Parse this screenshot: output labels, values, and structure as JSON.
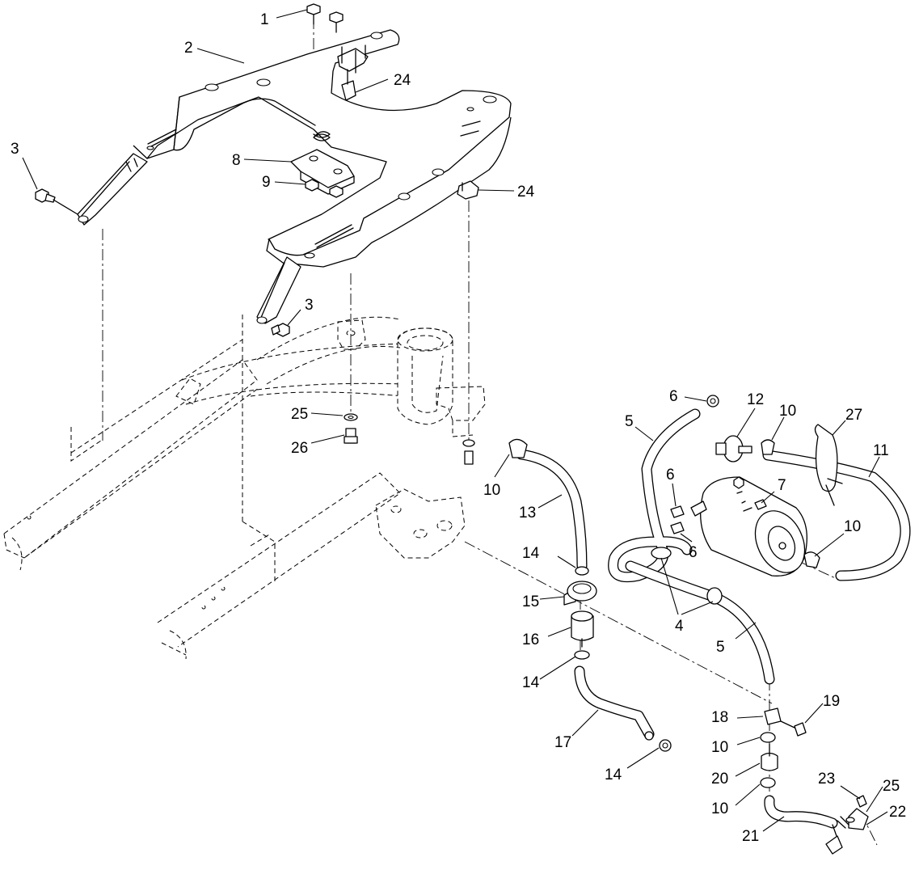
{
  "diagram": {
    "callouts": [
      {
        "id": "c1",
        "label": "1"
      },
      {
        "id": "c2",
        "label": "2"
      },
      {
        "id": "c3a",
        "label": "3"
      },
      {
        "id": "c3b",
        "label": "3"
      },
      {
        "id": "c4",
        "label": "4"
      },
      {
        "id": "c5a",
        "label": "5"
      },
      {
        "id": "c5b",
        "label": "5"
      },
      {
        "id": "c6a",
        "label": "6"
      },
      {
        "id": "c6b",
        "label": "6"
      },
      {
        "id": "c6c",
        "label": "6"
      },
      {
        "id": "c7",
        "label": "7"
      },
      {
        "id": "c8",
        "label": "8"
      },
      {
        "id": "c9",
        "label": "9"
      },
      {
        "id": "c10a",
        "label": "10"
      },
      {
        "id": "c10b",
        "label": "10"
      },
      {
        "id": "c10c",
        "label": "10"
      },
      {
        "id": "c10d",
        "label": "10"
      },
      {
        "id": "c10e",
        "label": "10"
      },
      {
        "id": "c11",
        "label": "11"
      },
      {
        "id": "c12",
        "label": "12"
      },
      {
        "id": "c13",
        "label": "13"
      },
      {
        "id": "c14a",
        "label": "14"
      },
      {
        "id": "c14b",
        "label": "14"
      },
      {
        "id": "c14c",
        "label": "14"
      },
      {
        "id": "c15",
        "label": "15"
      },
      {
        "id": "c16",
        "label": "16"
      },
      {
        "id": "c17",
        "label": "17"
      },
      {
        "id": "c18",
        "label": "18"
      },
      {
        "id": "c19",
        "label": "19"
      },
      {
        "id": "c20",
        "label": "20"
      },
      {
        "id": "c21",
        "label": "21"
      },
      {
        "id": "c22",
        "label": "22"
      },
      {
        "id": "c23",
        "label": "23"
      },
      {
        "id": "c24a",
        "label": "24"
      },
      {
        "id": "c24b",
        "label": "24"
      },
      {
        "id": "c25a",
        "label": "25"
      },
      {
        "id": "c25b",
        "label": "25"
      },
      {
        "id": "c26",
        "label": "26"
      },
      {
        "id": "c27",
        "label": "27"
      }
    ]
  }
}
